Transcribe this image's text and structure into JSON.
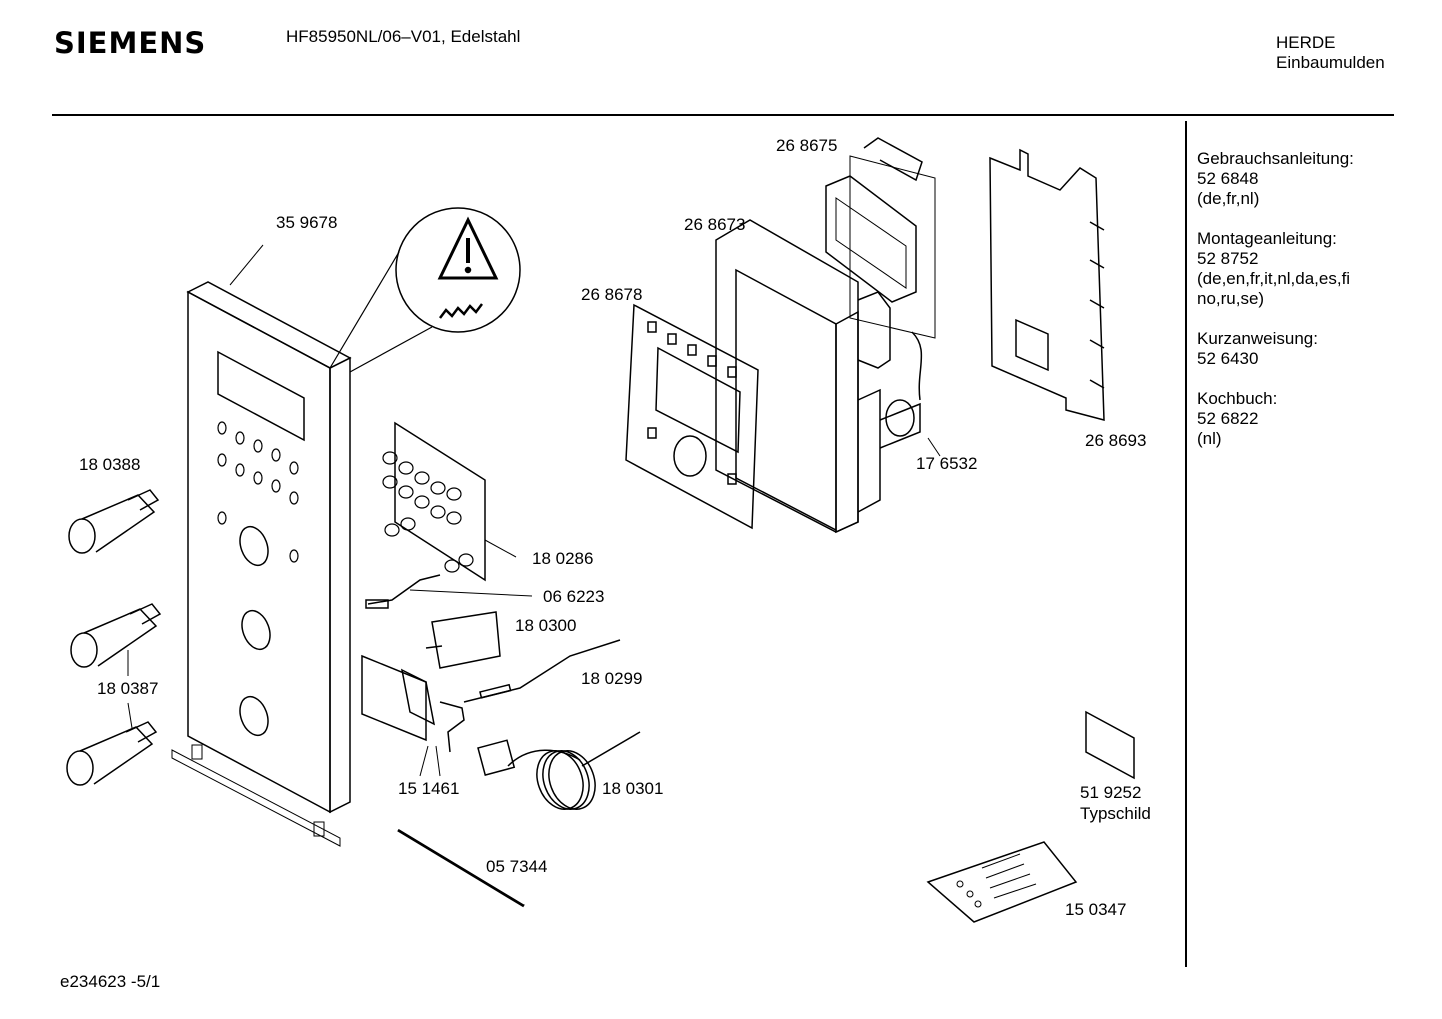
{
  "header": {
    "brand": "SIEMENS",
    "model": "HF85950NL/06–V01, Edelstahl",
    "category_line1": "HERDE",
    "category_line2": "Einbaumulden"
  },
  "documents": [
    {
      "title": "Gebrauchsanleitung:",
      "number": "52 6848",
      "langs": [
        "(de,fr,nl)"
      ]
    },
    {
      "title": "Montageanleitung:",
      "number": "52 8752",
      "langs": [
        "(de,en,fr,it,nl,da,es,fi",
        "no,ru,se)"
      ]
    },
    {
      "title": "Kurzanweisung:",
      "number": "52 6430",
      "langs": []
    },
    {
      "title": "Kochbuch:",
      "number": "52 6822",
      "langs": [
        "(nl)"
      ]
    }
  ],
  "parts": {
    "p359678": "35 9678",
    "p180388": "18 0388",
    "p180387": "18 0387",
    "p180286": "18 0286",
    "p066223": "06 6223",
    "p180300": "18 0300",
    "p180299": "18 0299",
    "p151461": "15 1461",
    "p180301": "18 0301",
    "p057344": "05 7344",
    "p268675": "26 8675",
    "p268673": "26 8673",
    "p268678": "26 8678",
    "p176532": "17 6532",
    "p268693": "26 8693",
    "p519252": "51 9252",
    "typschild": "Typschild",
    "p150347": "15 0347"
  },
  "footer": {
    "code": "e234623 -5/1"
  }
}
